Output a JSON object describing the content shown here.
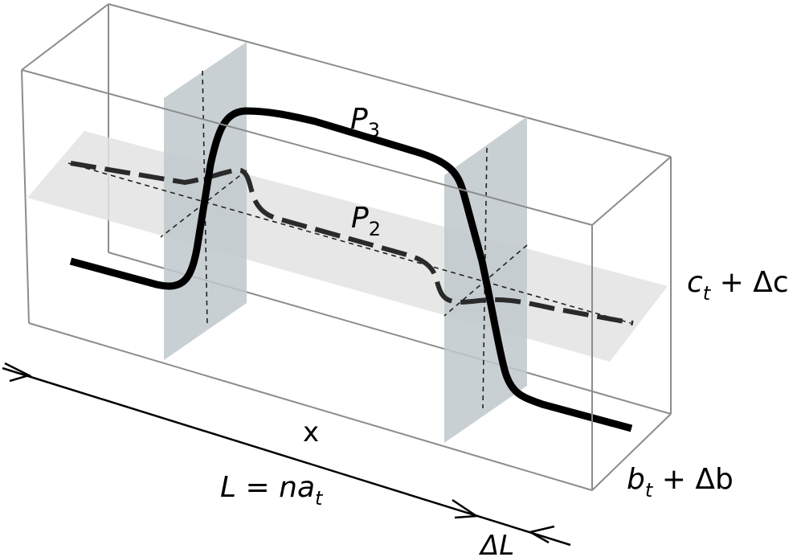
{
  "labels": {
    "p3": {
      "main": "P",
      "sub": "3"
    },
    "p2": {
      "main": "P",
      "sub": "2"
    },
    "c_axis": {
      "main": "c",
      "sub": "t",
      "rest": " + Δc"
    },
    "b_axis": {
      "main": "b",
      "sub": "t",
      "rest": " + Δb"
    },
    "x_axis": "x",
    "length": {
      "lhs": "L",
      "eq": " = ",
      "main": "na",
      "sub": "t"
    },
    "delta_l": "ΔL"
  },
  "colors": {
    "box_edge": "#8c8c8c",
    "cross_section": "#bfc8cc",
    "mid_plane": "#e3e3e3",
    "curve": "#000000",
    "dashed_curve": "#2a2a2a",
    "guide": "#222222"
  }
}
